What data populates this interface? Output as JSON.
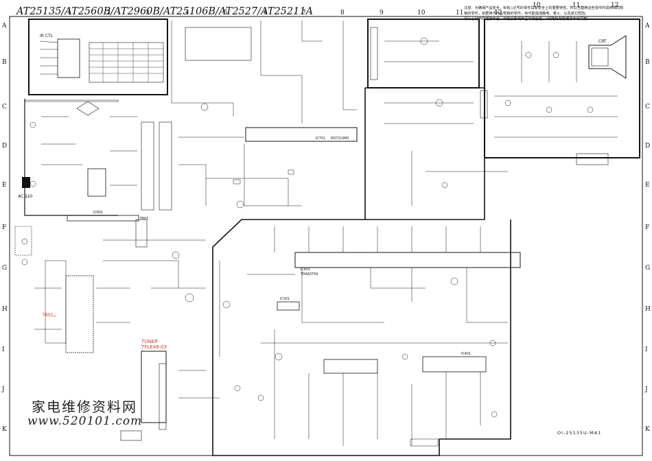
{
  "title": "AT25135/AT2560B/AT2960B/AT25106B/AT2527/AT25211A",
  "safety_note_line1": "注意：为确保产品安全，标有△记号的零件具有安全上的重要特性，所以当替换这些零件时请持相同规",
  "safety_note_line2": "格的零件，如更换不符合规格的零件，有可能造成触电、着火、以及其它危险。",
  "safety_note_line3": "请小心动作的插接不当，可能会影响产品的安全性。（线路板有防潮漆不可打磨）",
  "columns": [
    "1",
    "2",
    "3",
    "4",
    "5",
    "6",
    "7",
    "8",
    "9",
    "10",
    "11",
    "12"
  ],
  "rows": [
    "A",
    "B",
    "C",
    "D",
    "E",
    "F",
    "G",
    "H",
    "I",
    "J",
    "K"
  ],
  "ir_ctl_label": "IR CTL",
  "ac_input_label": "AC 220",
  "t802_label": "T802△",
  "tuner_label": "TUNER",
  "tuner_model": "TFLE48-03",
  "ic_main_label": "IC601",
  "ic_main_model": "TDA8375A",
  "ic_cpu_label": "IC701",
  "ic_cpu_model": "M37210M3",
  "ic_power_label": "IC801",
  "ic_audio_label": "IC301",
  "ic_field_label": "IC401",
  "crt_label": "CRT",
  "doc_code": "OI-25135U-MA1",
  "watermark_cn": "家电维修资料网",
  "watermark_url": "www.520101.com"
}
